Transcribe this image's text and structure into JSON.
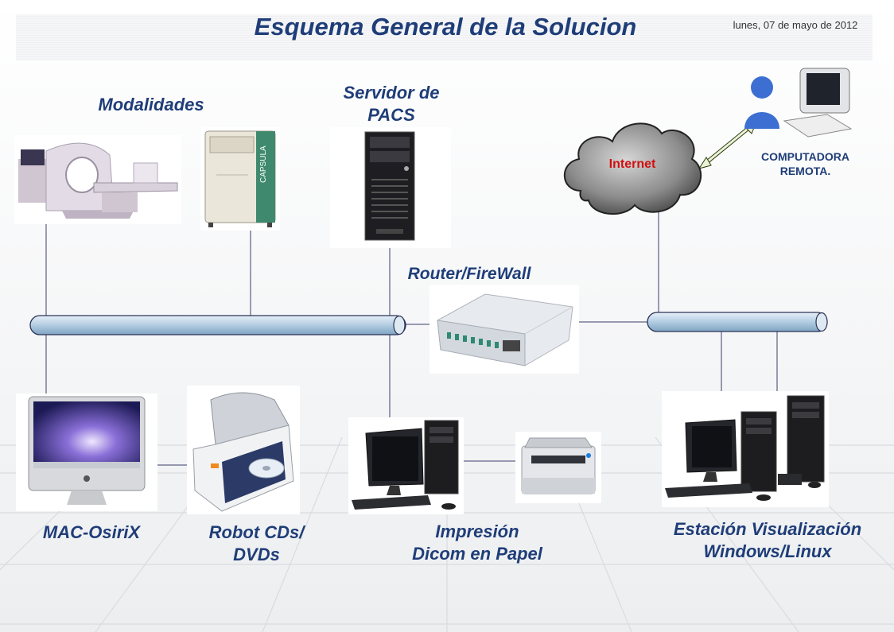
{
  "header": {
    "title": "Esquema General de la Solucion",
    "date": "lunes, 07 de mayo de 2012"
  },
  "labels": {
    "modalidades": "Modalidades",
    "servidor_line1": "Servidor de",
    "servidor_line2": "PACS",
    "router": "Router/FireWall",
    "internet": "Internet",
    "remota_line1": "COMPUTADORA",
    "remota_line2": "REMOTA.",
    "mac": "MAC-OsiriX",
    "robot_line1": "Robot CDs/",
    "robot_line2": "DVDs",
    "impresion_line1": "Impresión",
    "impresion_line2": "Dicom en Papel",
    "estacion_line1": "Estación Visualización",
    "estacion_line2": "Windows/Linux"
  },
  "devices": {
    "printer_brand": "CAPSULA"
  },
  "colors": {
    "label": "#1f3d78",
    "internet_text": "#d01010",
    "bus_fill": "#b9d2e6",
    "line": "#3a3f6a"
  }
}
